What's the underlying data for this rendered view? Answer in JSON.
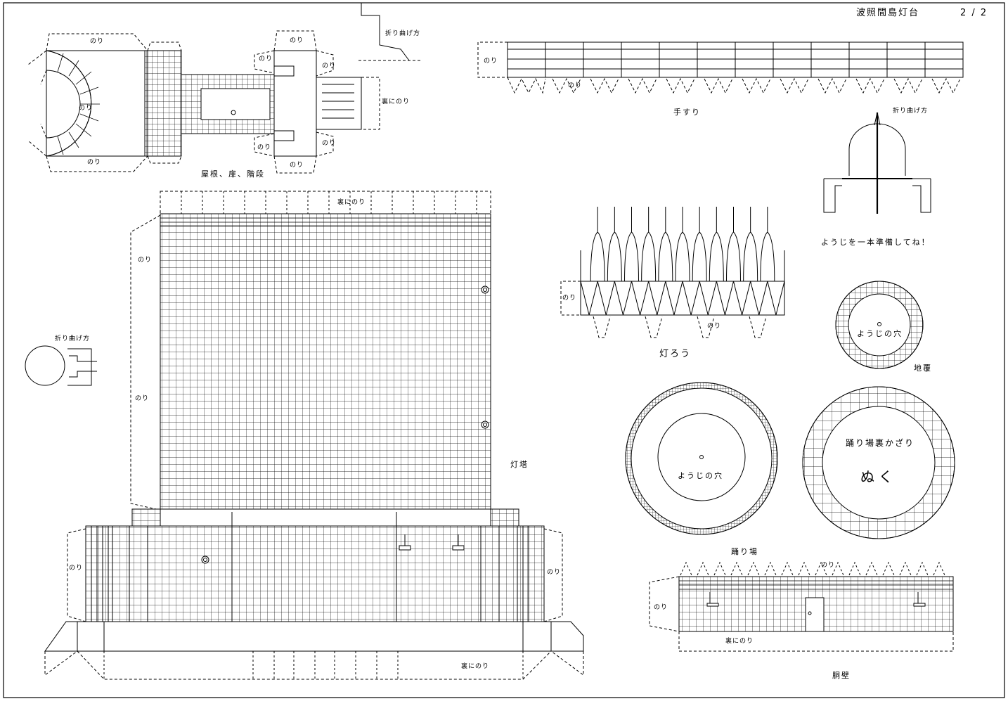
{
  "header": {
    "title": "波照間島灯台",
    "page": "2 / 2"
  },
  "labels": {
    "glue": "のり",
    "glue_back": "裏にのり",
    "fold": "折り曲げ方",
    "roof_door_stairs": "屋根、扉、階段",
    "handrail": "手すり",
    "toothpick_note": "ようじを一本準備してね！",
    "lantern": "灯ろう",
    "toothpick_hole": "ようじの穴",
    "base_plate": "地覆",
    "landing_back_deco": "踊り場裏かざり",
    "cut_out": "ぬく",
    "tower": "灯塔",
    "landing": "踊り場",
    "body_wall": "胴壁"
  },
  "colors": {
    "line": "#000000",
    "paper": "#ffffff"
  }
}
